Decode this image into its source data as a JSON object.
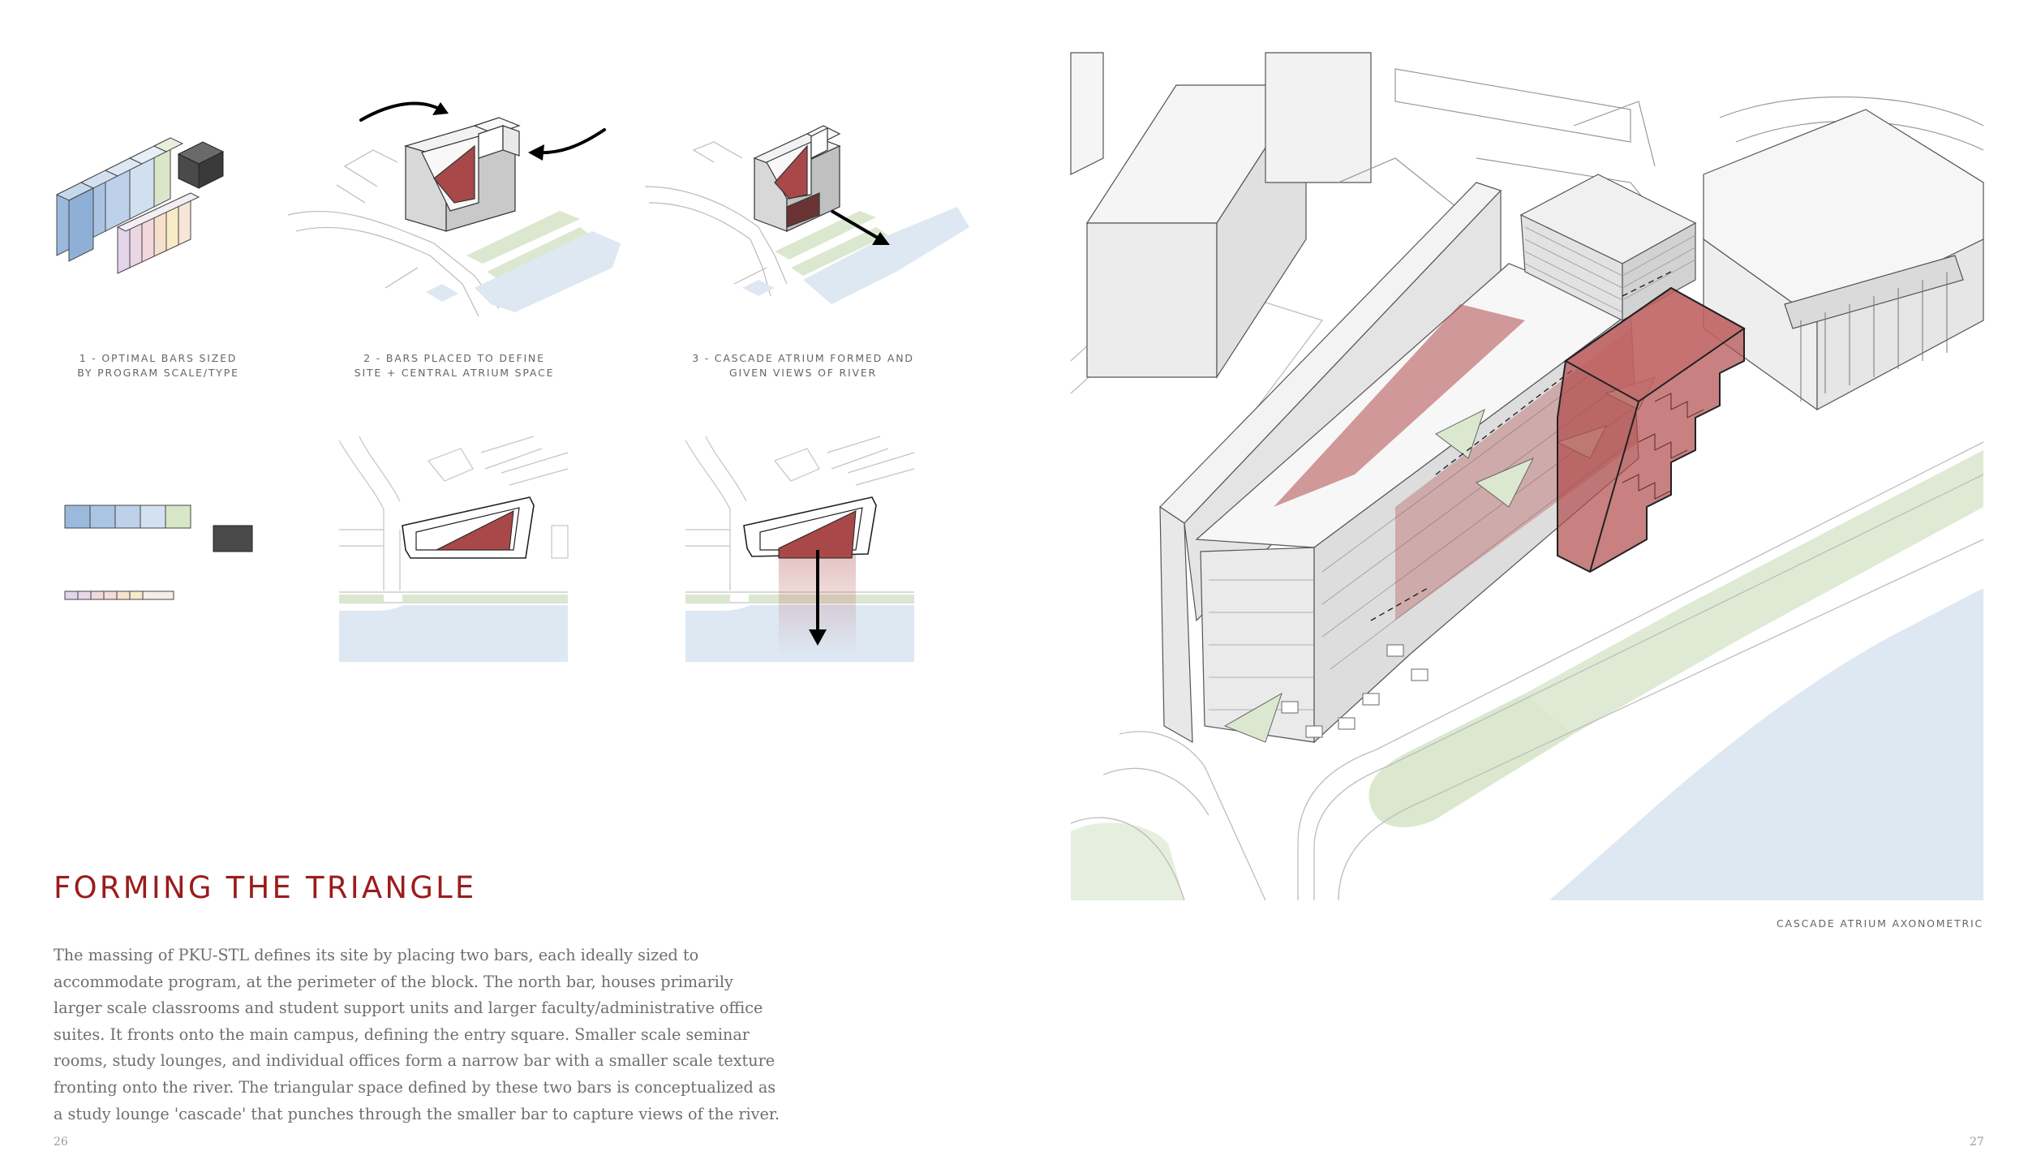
{
  "page": {
    "title": "FORMING THE TRIANGLE",
    "body_lines": [
      "The massing of PKU-STL defines its site by placing two bars, each ideally sized to",
      "accommodate program, at the perimeter of the block.  The north bar, houses primarily",
      "larger scale classrooms and student support units and larger faculty/administrative office",
      "suites.  It fronts onto the main campus, defining the entry square.  Smaller scale seminar",
      "rooms, study lounges, and individual offices form a narrow bar with a smaller scale texture",
      "fronting onto the river.  The triangular space defined by these two bars is conceptualized as",
      "a study lounge 'cascade' that punches through the smaller bar to capture views of the river."
    ],
    "left_page_number": "26",
    "right_page_number": "27"
  },
  "diagrams": {
    "step1": {
      "caption_line1": "1 - OPTIMAL BARS SIZED",
      "caption_line2": "BY PROGRAM SCALE/TYPE"
    },
    "step2": {
      "caption_line1": "2 - BARS PLACED TO DEFINE",
      "caption_line2": "SITE + CENTRAL ATRIUM SPACE"
    },
    "step3": {
      "caption_line1": "3 - CASCADE ATRIUM FORMED AND",
      "caption_line2": "GIVEN VIEWS OF RIVER"
    }
  },
  "axonometric": {
    "caption": "CASCADE ATRIUM AXONOMETRIC"
  },
  "colors": {
    "title_red": "#9b1c1c",
    "atrium_red": "#b14a4a",
    "river_blue": "#dde8f3",
    "green_strip": "#dbe8cf",
    "dark_block": "#4a4a4a"
  }
}
